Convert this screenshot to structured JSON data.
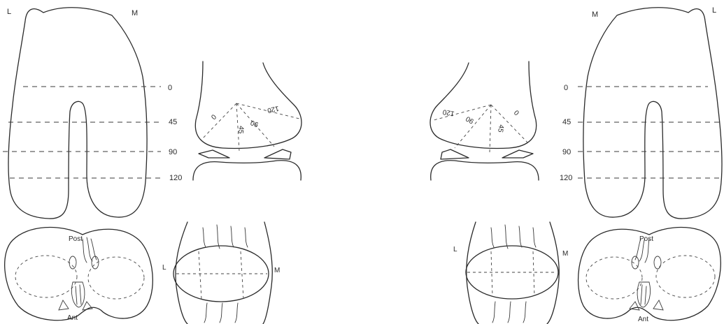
{
  "left_figure": {
    "femur_labels": {
      "lateral": "L",
      "medial": "M"
    },
    "flexion_angles": [
      "0",
      "45",
      "90",
      "120"
    ],
    "sagittal_angles": [
      "0",
      "45",
      "90",
      "120"
    ],
    "tibia_labels": {
      "posterior": "Post",
      "anterior": "Ant"
    },
    "meniscus_labels": {
      "lateral": "L",
      "medial": "M"
    }
  },
  "right_figure": {
    "femur_labels": {
      "medial": "M",
      "lateral": "L"
    },
    "flexion_angles": [
      "0",
      "45",
      "90",
      "120"
    ],
    "sagittal_angles": [
      "0",
      "45",
      "90",
      "120"
    ],
    "tibia_labels": {
      "posterior": "Post",
      "anterior": "Ant"
    },
    "meniscus_labels": {
      "lateral": "L",
      "medial": "M"
    }
  }
}
